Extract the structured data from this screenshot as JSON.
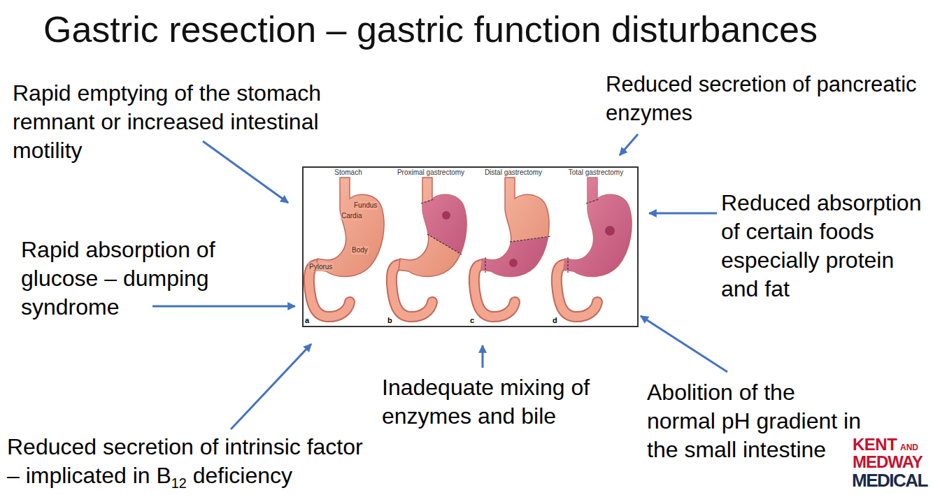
{
  "diagram": {
    "title": "Gastric resection – gastric function disturbances",
    "nodes": [
      {
        "text": [
          "Stomach",
          "Proximal gastrectomy",
          "Distal gastrectomy",
          "Total gastrectomy",
          "Fundus",
          "Cardia",
          "Body",
          "Pylorus",
          "a",
          "b",
          "c",
          "d"
        ]
      }
    ],
    "labels": [
      "Rapid emptying of the stomach remnant or increased intestinal motility",
      "Reduced secretion of pancreatic enzymes",
      "Rapid absorption of glucose – dumping syndrome",
      "Reduced absorption of certain foods especially protein and fat",
      "Inadequate mixing of enzymes and bile",
      "Reduced secretion of intrinsic factor – implicated in B12 deficiency",
      "Abolition of the normal pH gradient in the small intestine",
      "KENT",
      "AND",
      "MEDWAY",
      "MEDICAL"
    ]
  }
}
